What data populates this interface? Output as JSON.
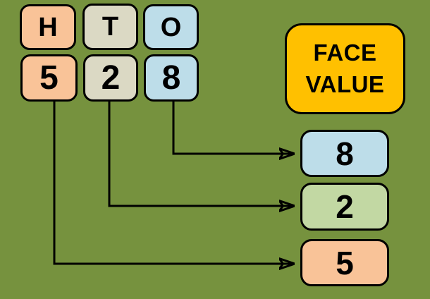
{
  "colors": {
    "background": "#76923E",
    "orange": "#F9C398",
    "tan": "#DBD9C4",
    "blue": "#BDDDE9",
    "green": "#C2D8A3",
    "gold": "#FFC000",
    "line": "#000000"
  },
  "place_value_table": {
    "columns": [
      {
        "header": "H",
        "digit": "5",
        "color": "#F9C398"
      },
      {
        "header": "T",
        "digit": "2",
        "color": "#DBD9C4"
      },
      {
        "header": "O",
        "digit": "8",
        "color": "#BDDDE9"
      }
    ]
  },
  "title_box": {
    "line1": "FACE",
    "line2": "VALUE"
  },
  "face_value_boxes": [
    {
      "digit": "8",
      "color": "#BDDDE9"
    },
    {
      "digit": "2",
      "color": "#C2D8A3"
    },
    {
      "digit": "5",
      "color": "#F9C398"
    }
  ]
}
